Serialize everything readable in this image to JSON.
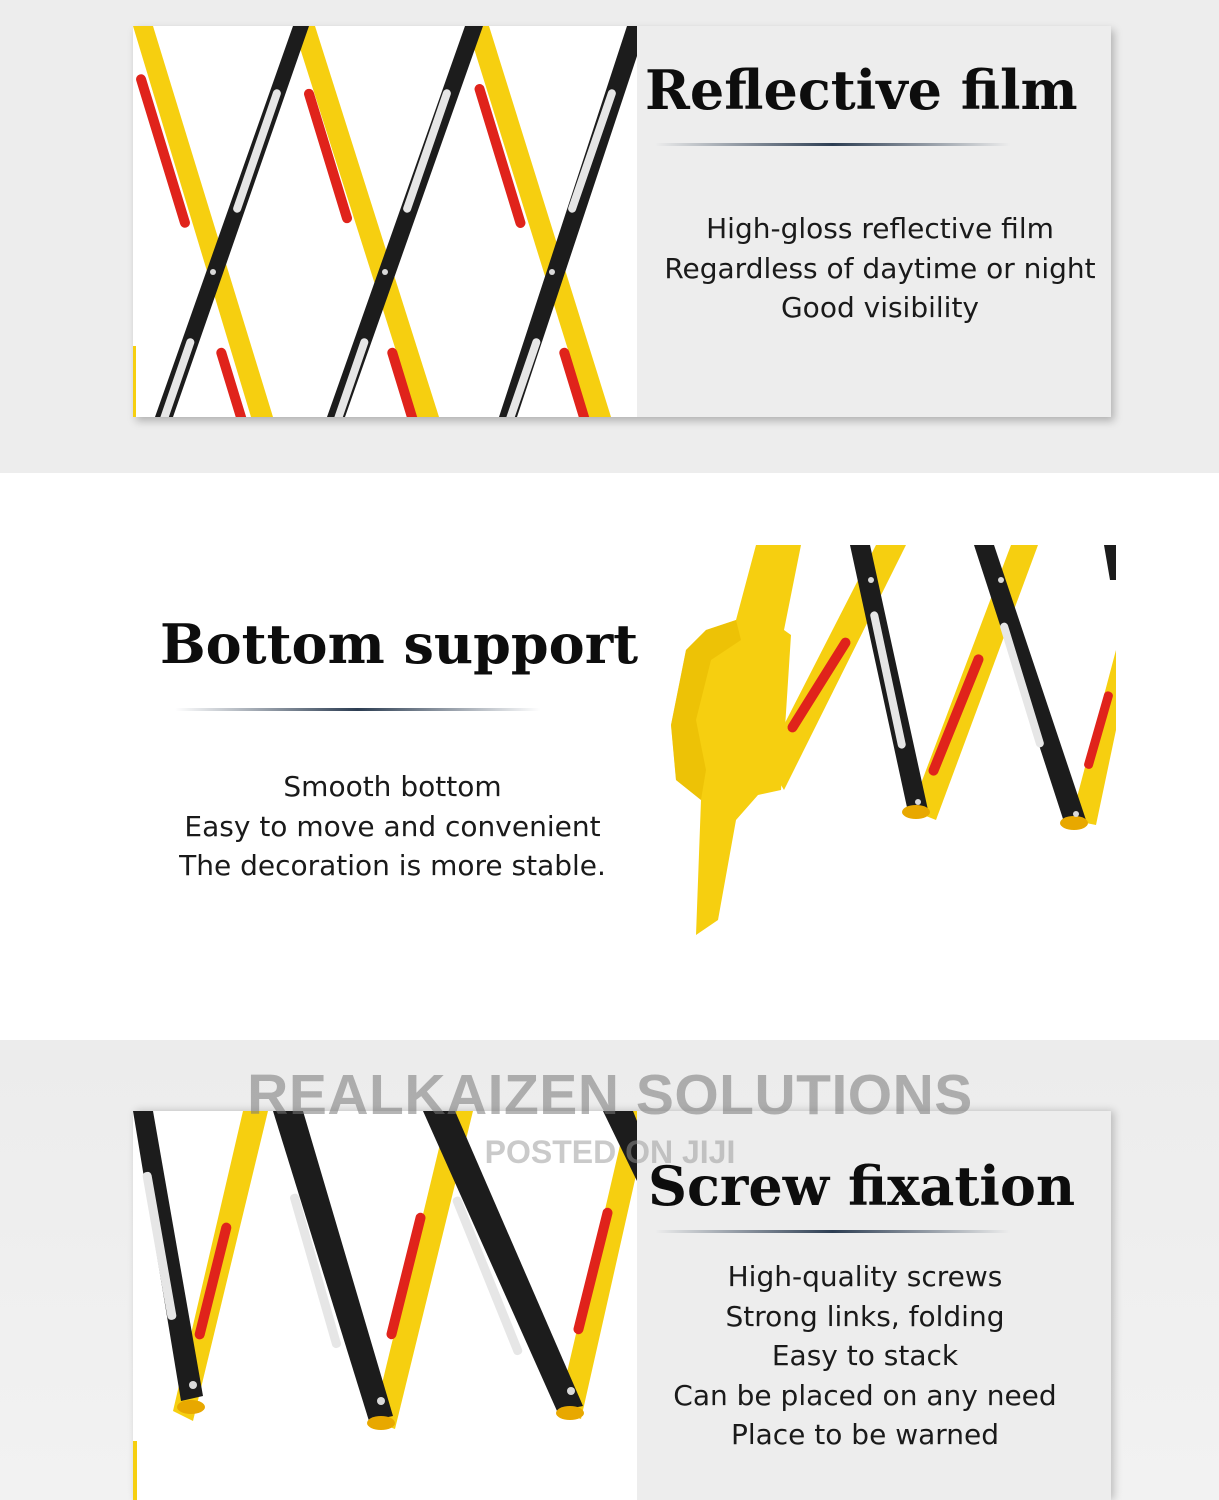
{
  "sections": [
    {
      "heading": "Reflective film",
      "lines": [
        "High-gloss reflective film",
        "Regardless of daytime or night",
        "Good visibility"
      ]
    },
    {
      "heading": "Bottom support",
      "lines": [
        "Smooth bottom",
        "Easy to move and convenient",
        "The decoration is more stable."
      ]
    },
    {
      "heading": "Screw fixation",
      "lines": [
        "High-quality screws",
        "Strong links, folding",
        "Easy to stack",
        "Can be placed on any need",
        "Place to be warned"
      ]
    }
  ],
  "watermark": {
    "main": "REALKAIZEN SOLUTIONS",
    "sub": "POSTED ON JIJI"
  },
  "colors": {
    "yellow": "#f6cf10",
    "black": "#1c1c1c",
    "red_reflector": "#e0231b",
    "white_reflector": "#e6e6e6"
  },
  "icons": [
    "barrier-photo-reflective",
    "barrier-photo-bottom-support",
    "barrier-photo-screws"
  ]
}
